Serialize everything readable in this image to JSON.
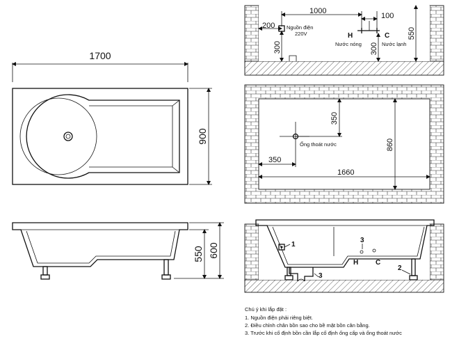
{
  "top_view": {
    "length": "1700",
    "width": "900"
  },
  "side_view": {
    "height_outer": "600",
    "height_inner": "550"
  },
  "rear_wall_view": {
    "dim_1000": "1000",
    "dim_100": "100",
    "dim_200": "200",
    "dim_300_left": "300",
    "dim_300_right": "300",
    "dim_550": "550",
    "power_label_line1": "Nguồn điện",
    "power_label_line2": "220V",
    "hot_letter": "H",
    "cold_letter": "C",
    "hot_label": "Nước nóng",
    "cold_label": "Nước lạnh"
  },
  "floor_plan_view": {
    "dim_350_vertical": "350",
    "dim_350_horizontal": "350",
    "dim_860": "860",
    "dim_1660": "1660",
    "drain_label": "Ống thoát nước"
  },
  "install_section_view": {
    "callout_1": "1",
    "callout_2": "2",
    "callout_3_top": "3",
    "callout_3_bottom": "3",
    "hot_letter": "H",
    "cold_letter": "C"
  },
  "notes": {
    "heading": "Chú ý khi lắp đặt :",
    "items": [
      "1. Nguồn điện phải riêng biệt.",
      "2. Điều chỉnh chân bồn sao cho bề mặt bồn cân bằng.",
      "3. Trước khi cố định bồn cần lắp cố định ống cấp và ống thoát nước"
    ]
  }
}
